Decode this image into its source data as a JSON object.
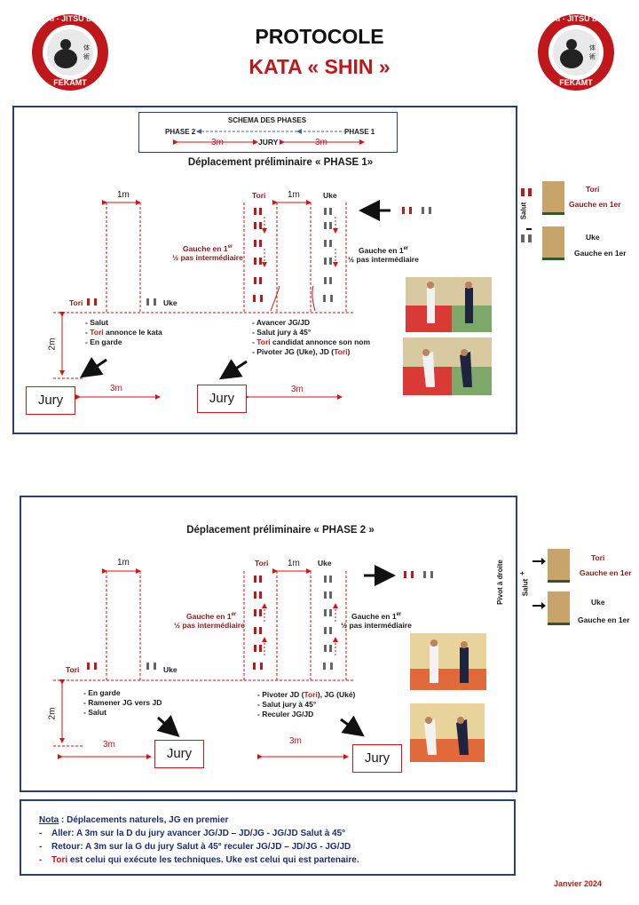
{
  "header": {
    "title": "PROTOCOLE",
    "subtitle": "KATA « SHIN »",
    "logo_text_top": "TAI - JITSU DO",
    "logo_text_bottom": "FEKAMT"
  },
  "schema": {
    "title": "SCHEMA DES PHASES",
    "phase2": "PHASE 2",
    "phase1": "PHASE 1",
    "jury": "JURY",
    "dist_left": "3m",
    "dist_right": "3m"
  },
  "phase1": {
    "title": "Déplacement préliminaire « PHASE 1»",
    "dist_1m_a": "1m",
    "dist_1m_b": "1m",
    "tori_top": "Tori",
    "uke_top": "Uke",
    "gauche_left": "Gauche en 1",
    "gauche_left_sup": "er",
    "pas_left": "½ pas intermédiaire",
    "gauche_right": "Gauche en 1",
    "gauche_right_sup": "er",
    "pas_right": "½ pas intermédiaire",
    "tori_side": "Tori",
    "uke_side": "Uke",
    "dist_2m": "2m",
    "list_left": [
      "- Salut",
      "- Tori annonce le kata",
      "- En garde"
    ],
    "list_left_red_word": "Tori",
    "list_right": [
      "- Avancer JG/JD",
      "- Salut jury à 45°",
      "- Tori candidat annonce son nom",
      "- Pivoter JG (Uke), JD (Tori)"
    ],
    "jury_left": "Jury",
    "jury_right": "Jury",
    "dist_3m_left": "3m",
    "dist_3m_right": "3m"
  },
  "legend1": {
    "salut": "Salut",
    "tori": "Tori",
    "tori_sub": "Gauche en 1er",
    "uke": "Uke",
    "uke_sub": "Gauche en 1er"
  },
  "phase2": {
    "title": "Déplacement préliminaire « PHASE 2 »",
    "dist_1m_a": "1m",
    "dist_1m_b": "1m",
    "tori_top": "Tori",
    "uke_top": "Uke",
    "gauche_left": "Gauche en 1",
    "gauche_left_sup": "er",
    "pas_left": "½ pas intermédiaire",
    "gauche_right": "Gauche en 1",
    "gauche_right_sup": "er",
    "pas_right": "½ pas intermédiaire",
    "tori_side": "Tori",
    "uke_side": "Uke",
    "dist_2m": "2m",
    "list_left": [
      "- En garde",
      "- Ramener JG vers JD",
      "- Salut"
    ],
    "list_right": [
      "- Pivoter JD (Tori), JG (Uké)",
      "- Salut jury à 45°",
      "- Reculer JG/JD"
    ],
    "jury_left": "Jury",
    "jury_right": "Jury",
    "dist_3m_left": "3m",
    "dist_3m_right": "3m"
  },
  "legend2": {
    "pivot": "Pivot à droite",
    "plus": "+",
    "salut": "Salut",
    "tori": "Tori",
    "tori_sub": "Gauche en 1er",
    "uke": "Uke",
    "uke_sub": "Gauche en 1er"
  },
  "nota": {
    "label": "Nota",
    "intro": " : Déplacements naturels, JG en premier",
    "aller": "Aller: A 3m sur la D du jury avancer JG/JD – JD/JG - JG/JD Salut à 45°",
    "retour": "Retour: A 3m sur la G du jury Salut à 45° reculer JG/JD – JD/JG - JG/JD",
    "tori_word": "Tori",
    "tori_rest": " est celui qui exécute les techniques. Uke est celui qui est partenaire."
  },
  "footer": {
    "date": "Janvier 2024"
  },
  "colors": {
    "red": "#c0171b",
    "navy": "#2c3e7a",
    "dark_red": "#8b1a1a",
    "blue_arrow": "#3a63a8"
  }
}
